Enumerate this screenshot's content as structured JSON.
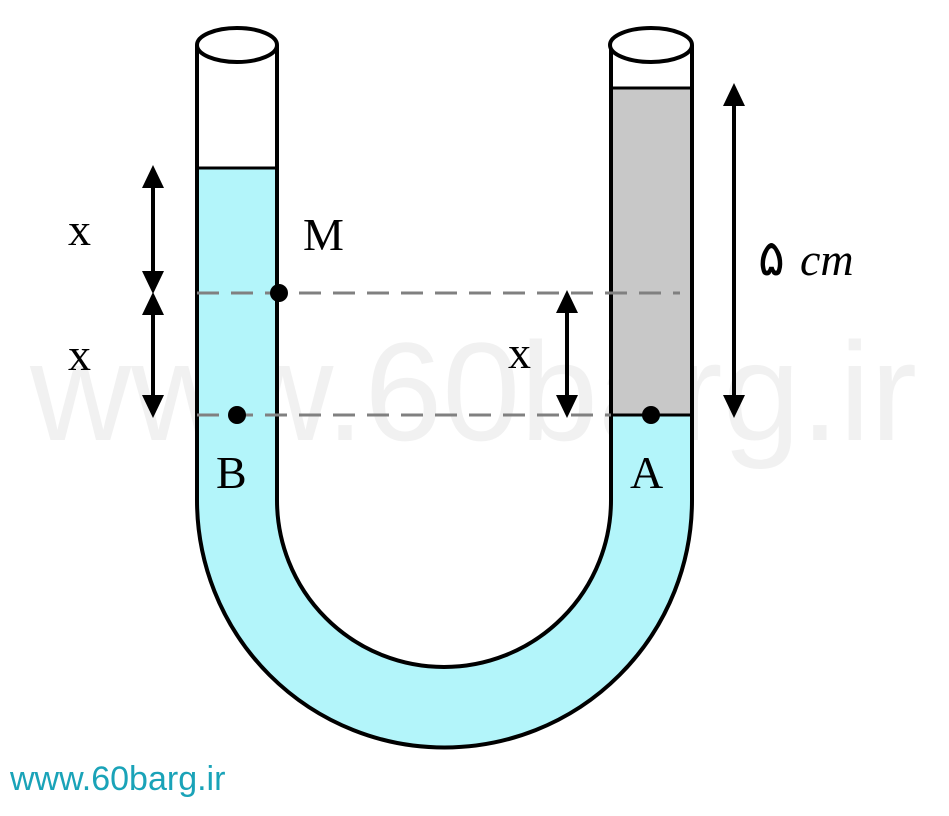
{
  "labels": {
    "point_m": "M",
    "point_b": "B",
    "point_a": "A",
    "x_upper": "x",
    "x_lower": "x",
    "x_right": "x",
    "height_value": "۵",
    "height_unit": "cm"
  },
  "watermark": "www.60barg.ir",
  "footer": {
    "site": "www.60barg.ir"
  },
  "colors": {
    "water": "#b3f5fa",
    "oil": "#c8c8c8",
    "tube_outline": "#000000",
    "dashed_line": "#808080",
    "site_text": "#1aa3b8"
  }
}
